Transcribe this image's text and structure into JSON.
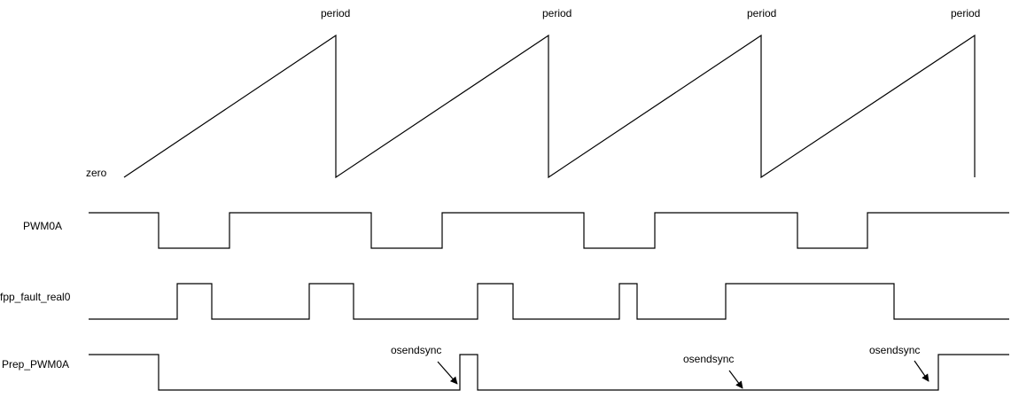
{
  "labels": {
    "period": "period",
    "zero": "zero",
    "pwm0a": "PWM0A",
    "fault": "fpp_fault_real0",
    "prep": "Prep_PWM0A",
    "osendsync": "osendsync"
  },
  "colors": {
    "line": "#000000",
    "background": "#ffffff"
  }
}
